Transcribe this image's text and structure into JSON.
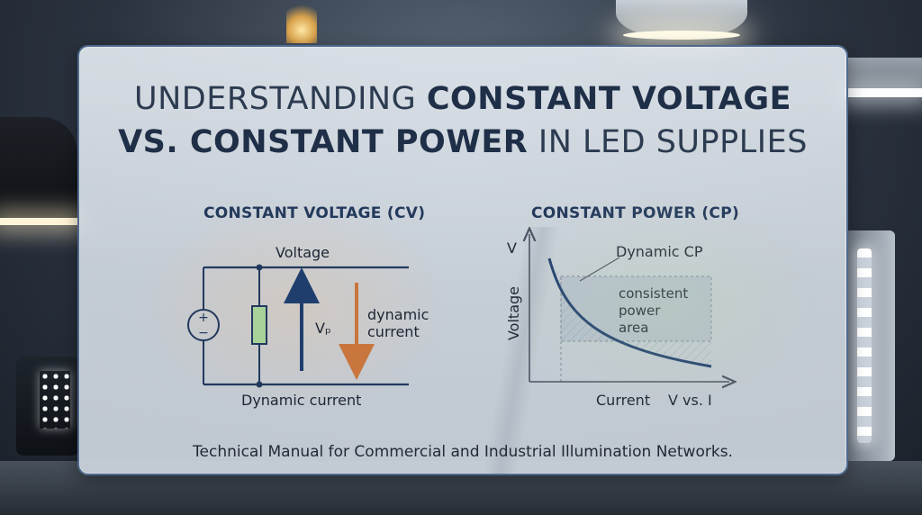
{
  "title": {
    "line1_prefix": "UNDERSTANDING ",
    "line1_bold": "CONSTANT VOLTAGE",
    "line2_bold": "VS. CONSTANT POWER",
    "line2_suffix": " IN LED SUPPLIES"
  },
  "cv": {
    "heading": "CONSTANT VOLTAGE (CV)",
    "voltage_label": "Voltage",
    "vp_label": "Vₚ",
    "dynamic_current_line1": "dynamic",
    "dynamic_current_line2": "current",
    "bottom_label": "Dynamic current",
    "source_plus": "+",
    "source_minus": "−"
  },
  "cp": {
    "heading": "CONSTANT POWER (CP)",
    "y_axis_letter": "V",
    "y_axis_label": "Voltage",
    "x_axis_label": "Current",
    "x_axis_caption": "V vs. I",
    "curve_label": "Dynamic CP",
    "area_line1": "consistent",
    "area_line2": "power",
    "area_line3": "area"
  },
  "footer": "Technical Manual for Commercial and Industrial Illumination Networks.",
  "colors": {
    "accent_blue": "#1f3e6e",
    "arrow_orange": "#c8763e",
    "resistor_green": "#a9d19a",
    "area_fill": "#9aa9bd"
  }
}
